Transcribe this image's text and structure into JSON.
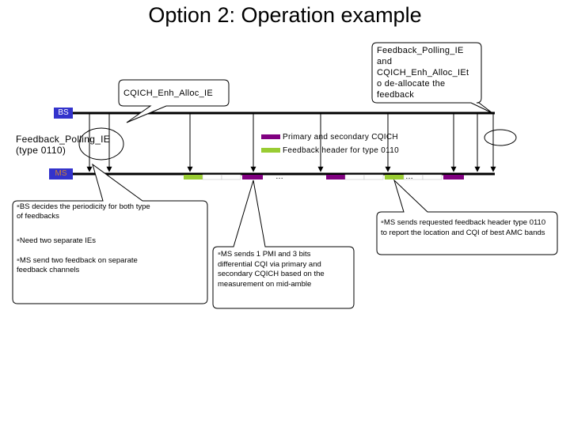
{
  "title": "Option 2: Operation example",
  "labels": {
    "bs": "BS",
    "ms": "MS",
    "feedback_polling_ie_line1": "Feedback_Polling_IE",
    "feedback_polling_ie_line2": "(type 0110)",
    "ellipsis": "…"
  },
  "callouts": {
    "cqich_alloc": "CQICH_Enh_Alloc_IE",
    "dealloc_lines": [
      "Feedback_Polling_IE",
      "and",
      "CQICH_Enh_Alloc_IEt",
      "o de-allocate the",
      "feedback"
    ],
    "bs_decides_lines": [
      "BS decides the periodicity for both type",
      "of feedbacks"
    ],
    "need_two": "Need two separate IEs",
    "ms_send_two_lines": [
      "MS send two feedback on separate",
      "feedback channels"
    ],
    "ms_sends_pmi_lines": [
      "MS sends  1 PMI and 3 bits",
      "differential CQI  via primary and",
      "secondary CQICH based on the",
      "measurement on mid-amble"
    ],
    "ms_sends_requested_lines": [
      "MS sends requested feedback header type 0110",
      "to report the location and CQI of best AMC bands"
    ]
  },
  "legend": [
    {
      "label": "Primary and secondary CQICH",
      "color": "#800080"
    },
    {
      "label": "Feedback header for type 0110",
      "color": "#99cc33"
    }
  ],
  "colors": {
    "primary_cqich": "#800080",
    "feedback_header": "#99cc33",
    "tag_blue": "#3333cc"
  }
}
